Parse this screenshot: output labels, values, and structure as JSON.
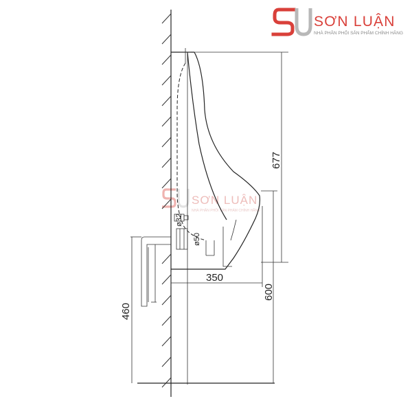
{
  "brand": {
    "name": "SƠN LUẬN",
    "tagline": "NHÀ PHÂN PHỐI SẢN PHẨM CHÍNH HÃNG",
    "colors": {
      "primary": "#d9403a",
      "tagline": "#8a8a8a"
    }
  },
  "watermark": {
    "name": "SƠN LUẬN",
    "tagline": "NHÀ PHÂN PHỐI SẢN PHẨM CHÍNH HÃNG"
  },
  "dimensions": {
    "height_total": "677",
    "depth": "350",
    "rim_height": "600",
    "outlet_height": "460",
    "inlet_diameter": "ø32",
    "outlet_diameter": "ø50"
  }
}
